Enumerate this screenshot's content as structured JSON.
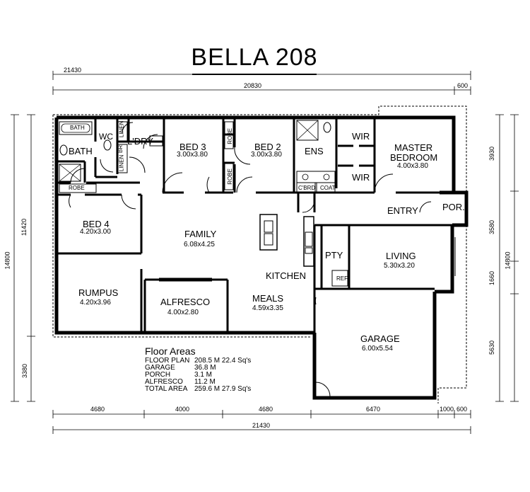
{
  "title": "BELLA 208",
  "rooms": {
    "bath_small": "BATH",
    "wc": "WC",
    "linen_top": "LINEN",
    "ldry": "L'DRY",
    "bath": "BATH",
    "br": "BR",
    "linen_bottom": "LINEN",
    "bed3": {
      "name": "BED 3",
      "size": "3.00x3.80"
    },
    "robe_bed3_top": "ROBE",
    "robe_bed3_bottom": "ROBE",
    "bed2": {
      "name": "BED 2",
      "size": "3.00x3.80"
    },
    "ens": "ENS",
    "wir_top": "WIR",
    "wir_bottom": "WIR",
    "master": {
      "name": "MASTER",
      "name2": "BEDROOM",
      "size": "4.00x3.80"
    },
    "robe_bed4": "ROBE",
    "cbrd": "C'BRD",
    "coat": "COAT",
    "entry": "ENTRY",
    "porch": "POR.",
    "bed4": {
      "name": "BED 4",
      "size": "4.20x3.00"
    },
    "family": {
      "name": "FAMILY",
      "size": "6.08x4.25"
    },
    "kitchen": "KITCHEN",
    "pty": "PTY",
    "ref": "REF",
    "living": {
      "name": "LIVING",
      "size": "5.30x3.20"
    },
    "rumpus": {
      "name": "RUMPUS",
      "size": "4.20x3.96"
    },
    "alfresco": {
      "name": "ALFRESCO",
      "size": "4.00x2.80"
    },
    "meals": {
      "name": "MEALS",
      "size": "4.59x3.35"
    },
    "garage": {
      "name": "GARAGE",
      "size": "6.00x5.54"
    }
  },
  "dimensions": {
    "top_overall": "21430",
    "top_main": "20830",
    "top_small": "600",
    "bottom_segments": [
      "4680",
      "4000",
      "4680",
      "6470",
      "1000",
      "600"
    ],
    "bottom_overall": "21430",
    "left_outer": "14800",
    "left_inner_top": "11420",
    "left_inner_bottom": "3380",
    "right_outer": "14800",
    "right_segments": [
      "3930",
      "3580",
      "1660",
      "5630"
    ]
  },
  "floor_areas": {
    "heading": "Floor Areas",
    "rows": [
      {
        "label": "FLOOR PLAN",
        "value": "208.5 M 22.4 Sq's"
      },
      {
        "label": "GARAGE",
        "value": "36.8 M"
      },
      {
        "label": "PORCH",
        "value": "3.1 M"
      },
      {
        "label": "ALFRESCO",
        "value": "11.2 M"
      },
      {
        "label": "TOTAL AREA",
        "value": "259.6 M 27.9 Sq's"
      }
    ]
  }
}
